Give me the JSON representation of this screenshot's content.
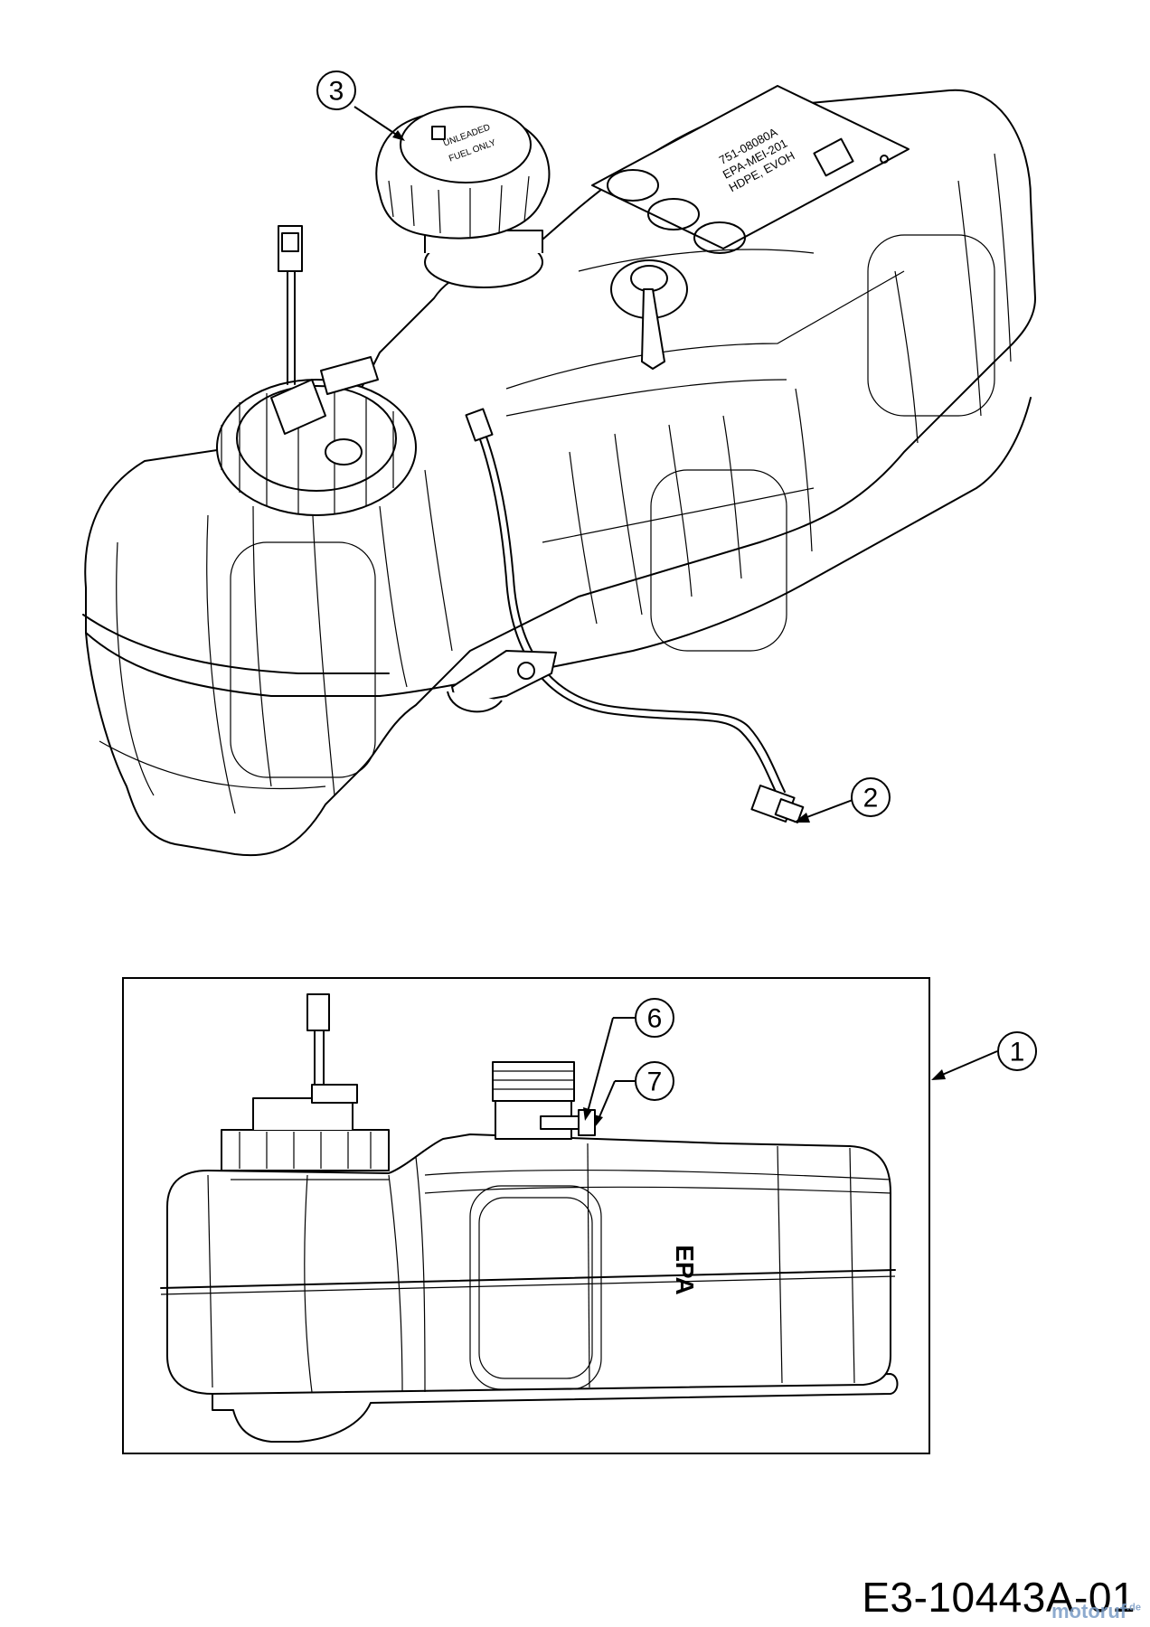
{
  "callouts": [
    {
      "id": "3",
      "label": "3"
    },
    {
      "id": "2",
      "label": "2"
    },
    {
      "id": "1",
      "label": "1"
    },
    {
      "id": "6",
      "label": "6"
    },
    {
      "id": "7",
      "label": "7"
    }
  ],
  "cap_text": {
    "line1": "UNLEADED",
    "line2": "FUEL ONLY"
  },
  "tank_label": {
    "line1": "751-08080A",
    "line2": "EPA-MEI-201",
    "line3": "HDPE, EVOH"
  },
  "epa_mark": "EPA",
  "drawing_code": "E3-10443A-01",
  "watermark": {
    "text": "motoruf",
    "tld": ".de"
  },
  "colors": {
    "line": "#000000",
    "background": "#ffffff",
    "watermark": "#7a9cc6"
  }
}
